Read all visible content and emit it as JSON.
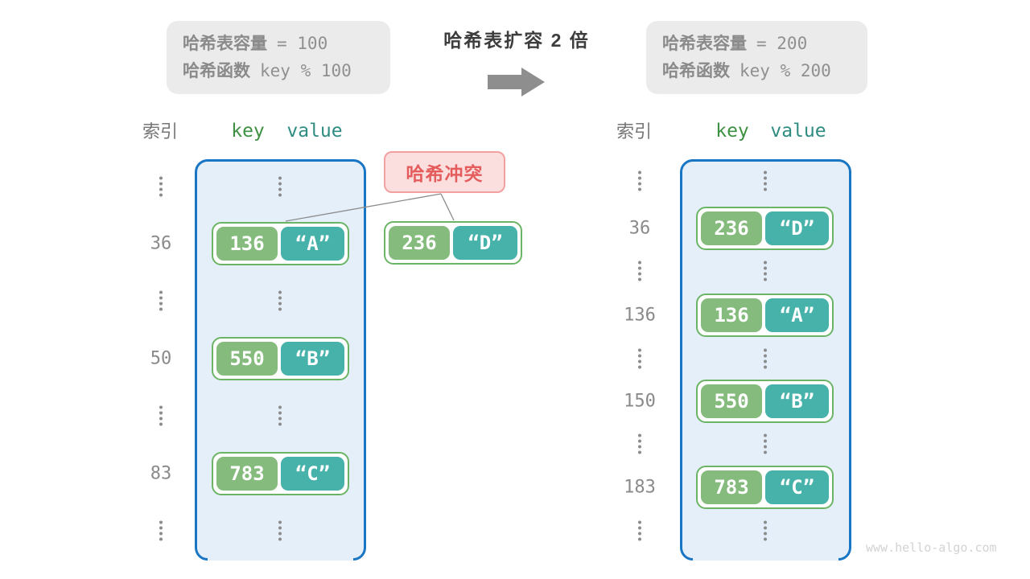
{
  "info_before": {
    "capacity_label": "哈希表容量",
    "capacity_value": "=  100",
    "function_label": "哈希函数",
    "function_value": "key % 100"
  },
  "transition": {
    "title": "哈希表扩容 2 倍",
    "arrow_icon": "right-block-arrow"
  },
  "info_after": {
    "capacity_label": "哈希表容量",
    "capacity_value": "=  200",
    "function_label": "哈希函数",
    "function_value": "key % 200"
  },
  "collision": {
    "label": "哈希冲突",
    "pair": {
      "key": "236",
      "value": "“D”"
    }
  },
  "left_table": {
    "header": {
      "index": "索引",
      "key": "key",
      "value": "value"
    },
    "ellipsis_glyph": "⋮",
    "entries": [
      {
        "index": "36",
        "key": "136",
        "value": "“A”"
      },
      {
        "index": "50",
        "key": "550",
        "value": "“B”"
      },
      {
        "index": "83",
        "key": "783",
        "value": "“C”"
      }
    ]
  },
  "right_table": {
    "header": {
      "index": "索引",
      "key": "key",
      "value": "value"
    },
    "ellipsis_glyph": "⋮",
    "entries": [
      {
        "index": "36",
        "key": "236",
        "value": "“D”"
      },
      {
        "index": "136",
        "key": "136",
        "value": "“A”"
      },
      {
        "index": "150",
        "key": "550",
        "value": "“B”"
      },
      {
        "index": "183",
        "key": "783",
        "value": "“C”"
      }
    ]
  },
  "watermark": "www.hello-algo.com",
  "colors": {
    "table_fill": "#E4EFF9",
    "table_border": "#1976C5",
    "key_fill": "#86BB7E",
    "value_fill": "#47B2AA",
    "pair_border": "#6BB465",
    "collision_bg": "#FBDFDF",
    "collision_border": "#F2A0A0",
    "collision_text": "#E45C5C",
    "info_bg": "#EBEBEB",
    "gray_text": "#8A8A8A",
    "arrow_gray": "#8E8E8E"
  }
}
